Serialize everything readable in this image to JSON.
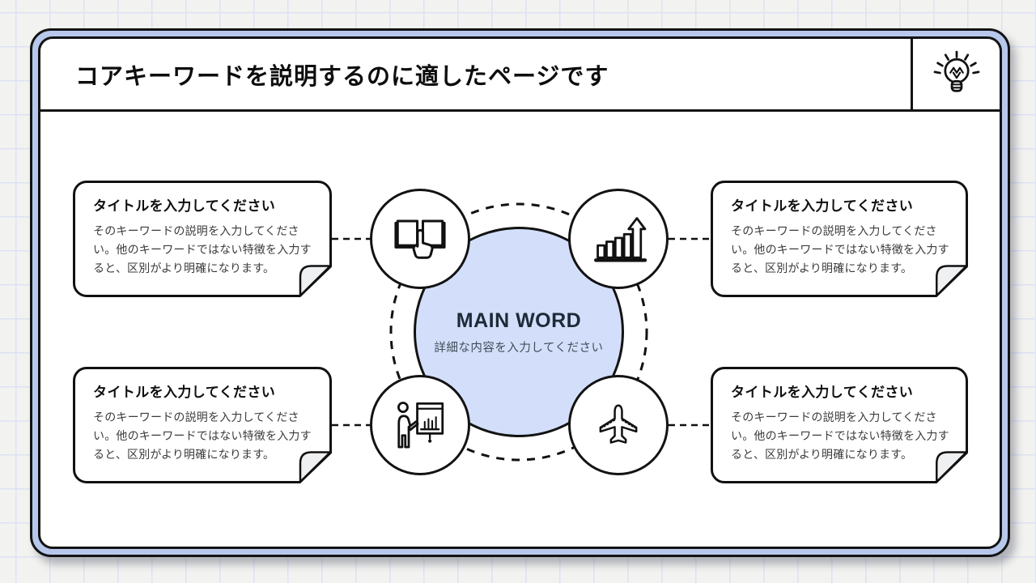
{
  "slide": {
    "header": {
      "title": "コアキーワードを説明するのに適したページです",
      "icon": "lightbulb"
    },
    "center": {
      "main_word": "MAIN WORD",
      "subtitle": "詳細な内容を入力してください"
    },
    "keywords": [
      {
        "id": "top-left",
        "icon": "open-book-hand",
        "title": "タイトルを入力してください",
        "description": "そのキーワードの説明を入力してください。他のキーワードではない特徴を入力すると、区別がより明確になります。"
      },
      {
        "id": "top-right",
        "icon": "growth-chart-arrow",
        "title": "タイトルを入力してください",
        "description": "そのキーワードの説明を入力してください。他のキーワードではない特徴を入力すると、区別がより明確になります。"
      },
      {
        "id": "bottom-left",
        "icon": "presenter-board",
        "title": "タイトルを入力してください",
        "description": "そのキーワードの説明を入力してください。他のキーワードではない特徴を入力すると、区別がより明確になります。"
      },
      {
        "id": "bottom-right",
        "icon": "airplane",
        "title": "タイトルを入力してください",
        "description": "そのキーワードの説明を入力してください。他のキーワードではない特徴を入力すると、区別がより明確になります。"
      }
    ],
    "colors": {
      "center_circle_fill": "#d3dffa",
      "frame_band": "#b7c8ec",
      "background": "#f2f2f0",
      "grid_line": "#dde2f4",
      "ink": "#111111"
    }
  }
}
